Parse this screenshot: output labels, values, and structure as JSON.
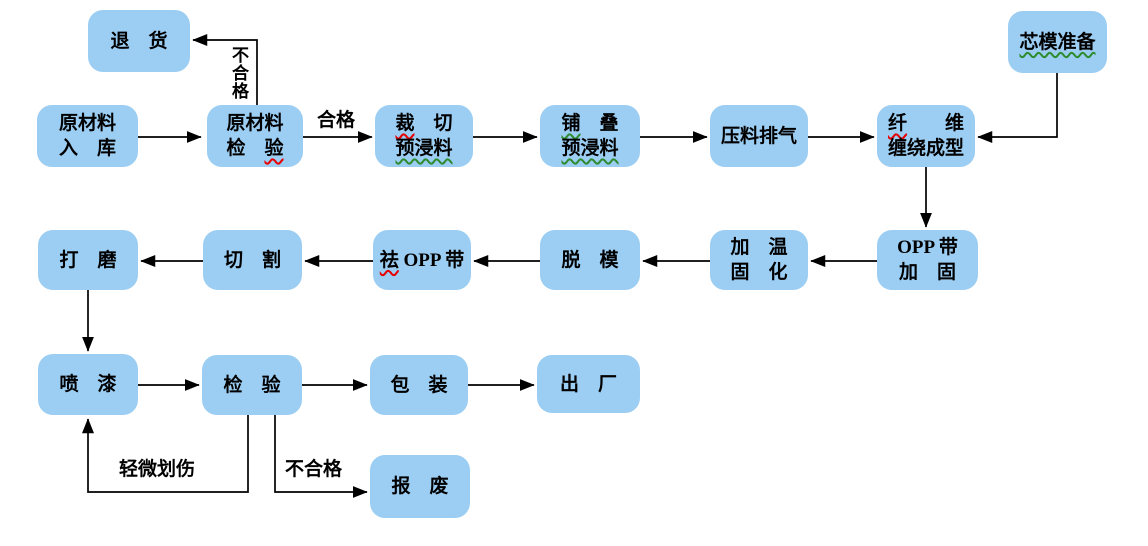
{
  "colors": {
    "node_fill": "#9CCEF3",
    "connector": "#000000",
    "text": "#000000",
    "spellcheck_red": "#e60000",
    "spellcheck_green": "#2e8b2e",
    "background": "#ffffff"
  },
  "nodes": {
    "return_goods": {
      "line1": "退　货"
    },
    "mold_prep": {
      "line1": "芯模准备"
    },
    "raw_material_in": {
      "line1": "原材料",
      "line2": "入　库"
    },
    "raw_material_inspect": {
      "line1": "原材料",
      "line2_a": "检　",
      "line2_b": "验"
    },
    "cut_prepreg": {
      "line1_a": "裁",
      "line1_b": "　切",
      "line2": "预浸料"
    },
    "lay_prepreg": {
      "line1_a": "铺",
      "line1_b": "　叠",
      "line2": "预浸料"
    },
    "press_exhaust": {
      "line1": "压料排气"
    },
    "fiber_winding": {
      "line1_a": "纤",
      "line1_b": "　　维",
      "line2": "缠绕成型"
    },
    "opp_reinforce": {
      "line1": "OPP 带",
      "line2": "加　固"
    },
    "heat_cure": {
      "line1": "加　温",
      "line2": "固　化"
    },
    "demold": {
      "line1": "脱　模"
    },
    "remove_opp": {
      "line1_a": "祛",
      "line1_b": " OPP 带"
    },
    "cutting": {
      "line1": "切　割"
    },
    "grinding": {
      "line1": "打　磨"
    },
    "painting": {
      "line1": "喷　漆"
    },
    "inspection": {
      "line1": "检　验"
    },
    "packing": {
      "line1": "包　装"
    },
    "ship_out": {
      "line1": "出　厂"
    },
    "scrap": {
      "line1": "报　废"
    }
  },
  "edge_labels": {
    "qualified": "合格",
    "unqualified_top": "不合格",
    "minor_scratch": "轻微划伤",
    "unqualified_bottom": "不合格"
  }
}
